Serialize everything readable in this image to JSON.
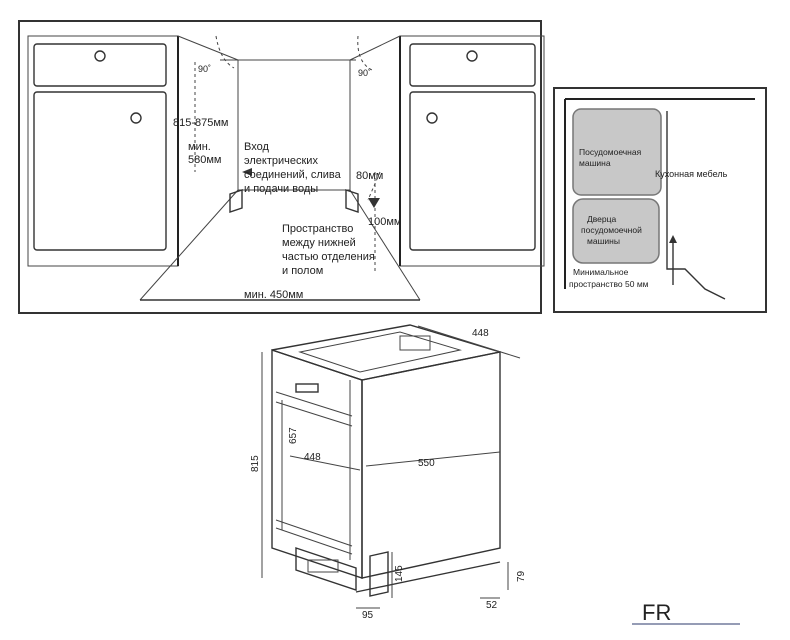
{
  "installation": {
    "angle_left": "90˚",
    "angle_right": "90˚",
    "height_range": "815-875мм",
    "min_label": "мин.",
    "min_depth": "580мм",
    "inlet_lines": [
      "Вход",
      "электрических",
      "соединений, слива",
      "и подачи воды"
    ],
    "dim_80": "80мм",
    "dim_100": "100мм",
    "space_lines": [
      "Пространство",
      "между нижней",
      "частью отделения",
      "и полом"
    ],
    "width_label": "мин. 450мм"
  },
  "layout": {
    "dishwasher_lines": [
      "Посудомоечная",
      "машина"
    ],
    "furniture": "Кухонная мебель",
    "door_lines": [
      "Дверца",
      "посудомоечной",
      "машины"
    ],
    "min_space_lines": [
      "Минимальное",
      "пространство 50 мм"
    ]
  },
  "dimensions": {
    "top_depth": "448",
    "front_width": "448",
    "depth": "550",
    "height_total": "815",
    "height_door": "657",
    "plinth_height": "145",
    "foot_height": "79",
    "foot_depth": "95",
    "rear_offset": "52"
  },
  "logo": {
    "text": "FR"
  },
  "colors": {
    "line": "#333333",
    "box_fill": "#c8c8c8",
    "box_stroke": "#777777"
  }
}
